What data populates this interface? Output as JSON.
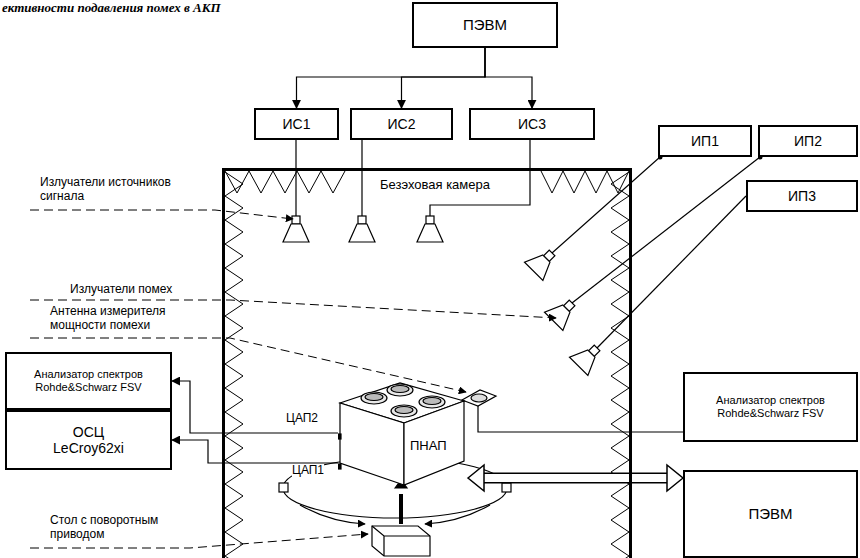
{
  "diagram": {
    "title": "ективности подавления помех в АКП",
    "nodes": [
      {
        "text": [
          "ПЭВМ"
        ]
      },
      {
        "text": [
          "ИС1"
        ]
      },
      {
        "text": [
          "ИС2"
        ]
      },
      {
        "text": [
          "ИС3"
        ]
      },
      {
        "text": [
          "ИП1"
        ]
      },
      {
        "text": [
          "ИП2"
        ]
      },
      {
        "text": [
          "ИП3"
        ]
      },
      {
        "text": [
          "Безэховая камера"
        ]
      },
      {
        "text": [
          "Анализатор спектров Rohde&Schwarz FSV"
        ]
      },
      {
        "text": [
          "ОСЦ LeCroy62xi"
        ]
      },
      {
        "text": [
          "ПНАП"
        ],
        "in": 7
      },
      {
        "text": [
          "Анализатор спектров Rohde&Schwarz FSV"
        ]
      },
      {
        "text": [
          "ПЭВМ"
        ]
      }
    ],
    "edges": [
      {
        "from": 0,
        "to": 1,
        "arrow": "to"
      },
      {
        "from": 0,
        "to": 2,
        "arrow": "to"
      },
      {
        "from": 0,
        "to": 3,
        "arrow": "to"
      },
      {
        "from": 10,
        "to": 8,
        "arrow": "to"
      },
      {
        "from": 10,
        "to": 9,
        "arrow": "to"
      },
      {
        "from": 10,
        "to": 12,
        "arrow": "both"
      }
    ],
    "labels": [
      "Излучатели источников сигнала",
      "Излучатели помех",
      "Антенна измерителя мощности помехи",
      "ЦАП2",
      "ЦАП1",
      "Стол с поворотным приводом"
    ]
  }
}
